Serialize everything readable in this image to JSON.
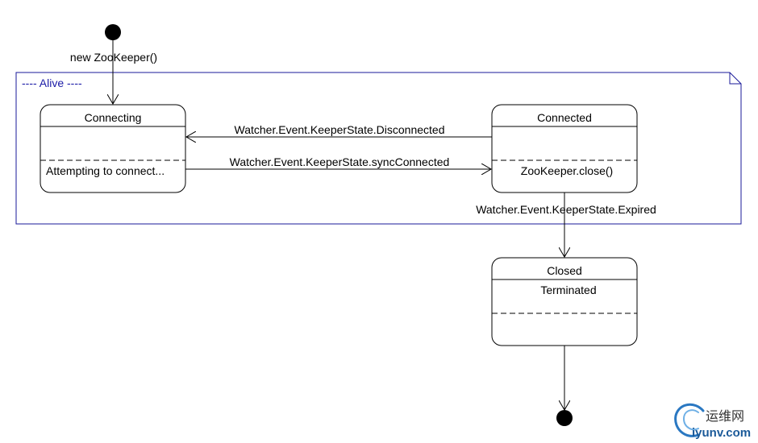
{
  "diagram": {
    "initial_label": "new ZooKeeper()",
    "package_label": "----  Alive  ----",
    "states": {
      "connecting": {
        "name": "Connecting",
        "activity": "Attempting to connect..."
      },
      "connected": {
        "name": "Connected",
        "activity": "ZooKeeper.close()"
      },
      "closed": {
        "name": "Closed",
        "entry": "Terminated"
      }
    },
    "transitions": {
      "disconnected": "Watcher.Event.KeeperState.Disconnected",
      "sync_connected": "Watcher.Event.KeeperState.syncConnected",
      "expired": "Watcher.Event.KeeperState.Expired"
    }
  },
  "watermark": {
    "cn": "运维网",
    "en": "iyunv.com",
    "colors": {
      "swirl": "#2a78c2"
    }
  }
}
